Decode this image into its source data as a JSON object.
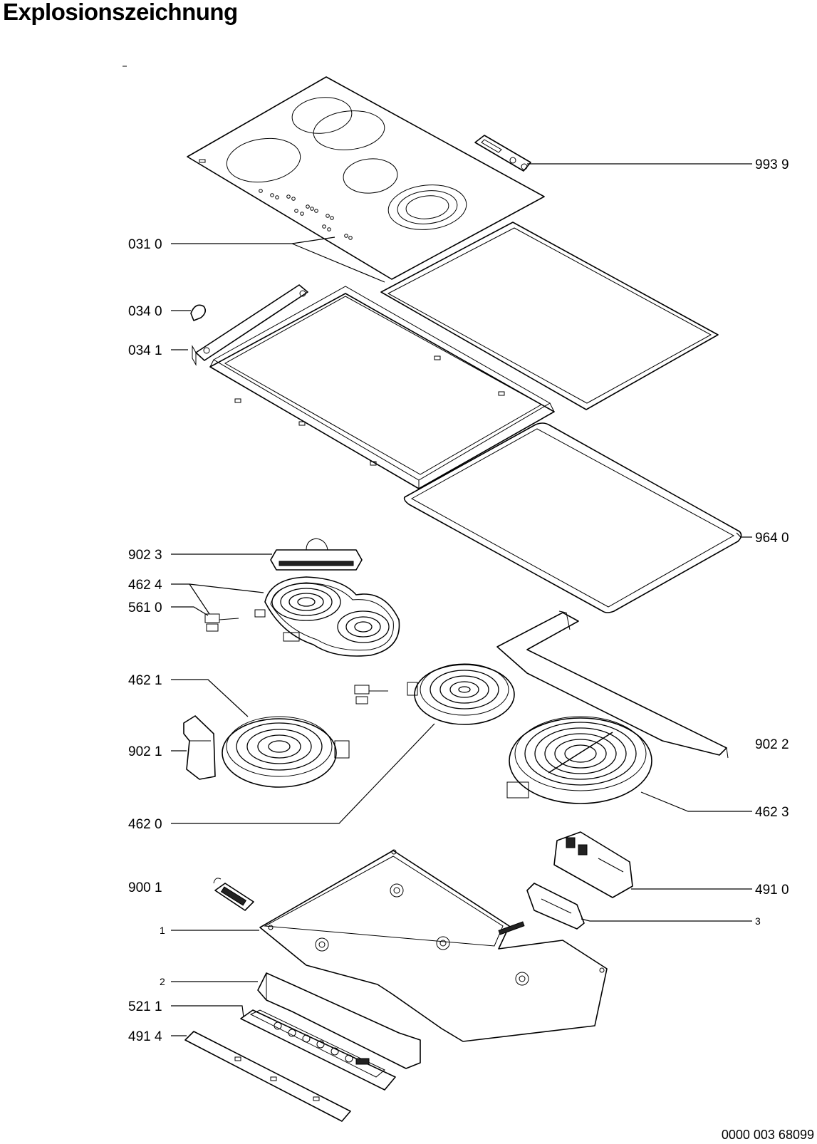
{
  "title": "Explosionszeichnung",
  "document_number": "0000 003 68099",
  "labels": {
    "p9939": "993 9",
    "p0310": "031 0",
    "p0340": "034 0",
    "p0341": "034 1",
    "p9640": "964 0",
    "p9023": "902 3",
    "p4624": "462 4",
    "p5610": "561 0",
    "p4621": "462 1",
    "p9021": "902 1",
    "p9022": "902 2",
    "p4623": "462 3",
    "p4620": "462 0",
    "p9001": "900 1",
    "p4910": "491 0",
    "p1": "1",
    "p3": "3",
    "p2": "2",
    "p5211": "521 1",
    "p4914": "491 4"
  }
}
